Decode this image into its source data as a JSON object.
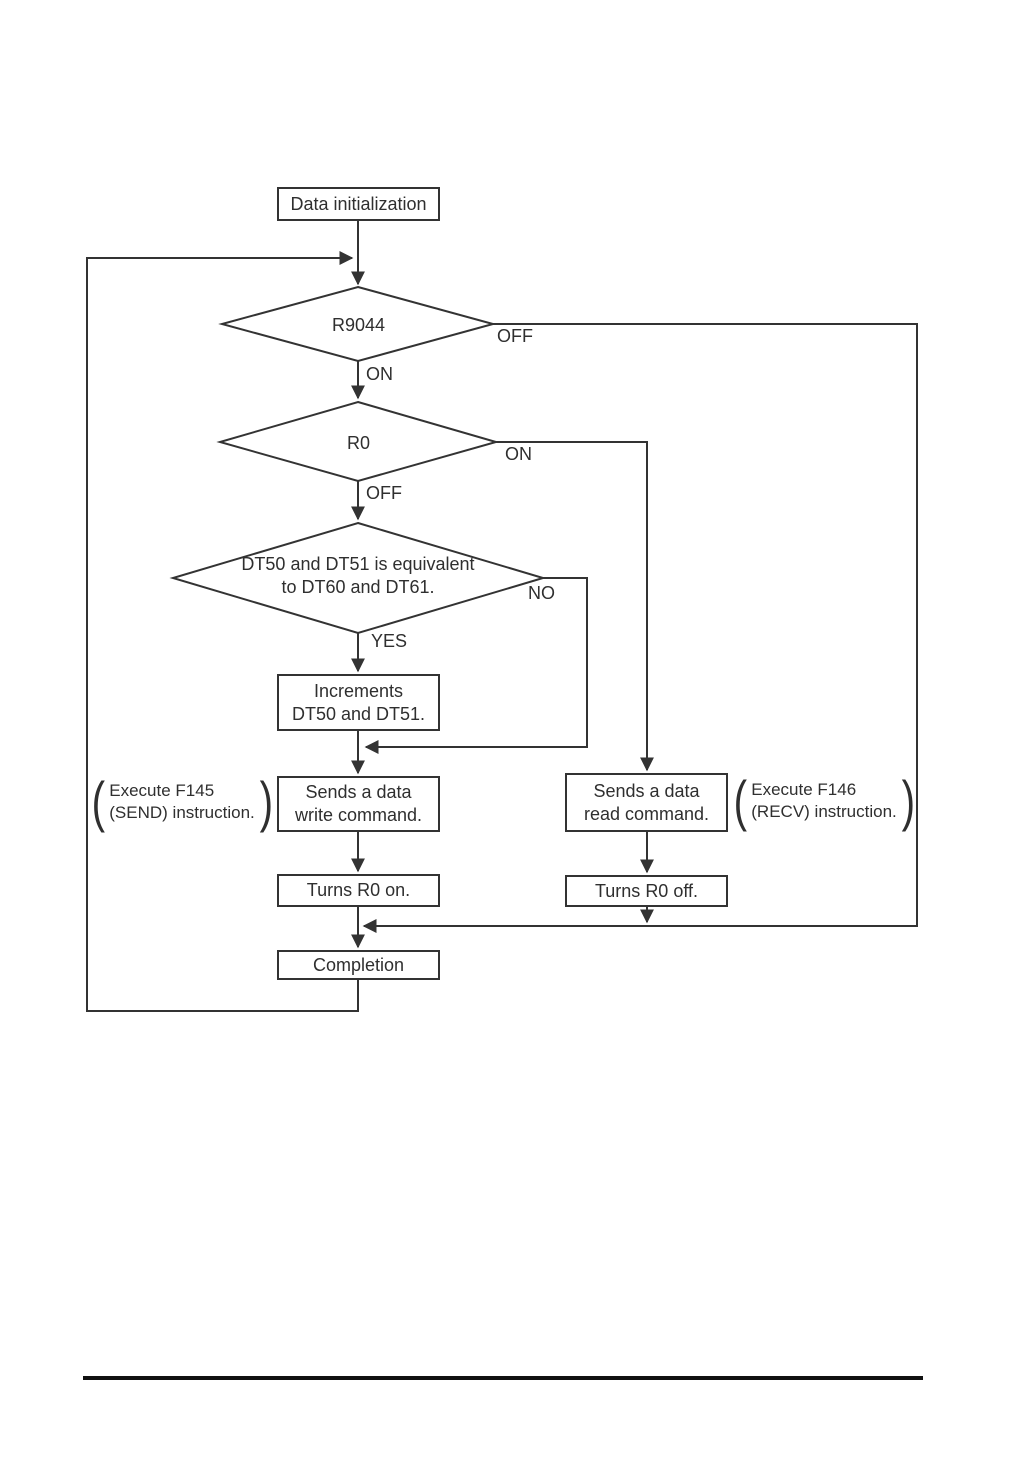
{
  "page": {
    "background": "#ffffff",
    "line_color": "#333333"
  },
  "flowchart": {
    "nodes": {
      "start": {
        "label": "Data initialization"
      },
      "decision_r9044": {
        "label": "R9044"
      },
      "decision_r0": {
        "label": "R0"
      },
      "decision_dt_compare": {
        "line1": "DT50 and DT51 is equivalent",
        "line2": "to DT60 and DT61."
      },
      "increments": {
        "line1": "Increments",
        "line2": "DT50 and DT51."
      },
      "send_write": {
        "line1": "Sends a data",
        "line2": "write command."
      },
      "send_read": {
        "line1": "Sends a data",
        "line2": "read command."
      },
      "turns_r0_on": {
        "label": "Turns R0 on."
      },
      "turns_r0_off": {
        "label": "Turns R0 off."
      },
      "completion": {
        "label": "Completion"
      }
    },
    "branch_labels": {
      "r9044_off": "OFF",
      "r9044_on": "ON",
      "r0_on": "ON",
      "r0_off": "OFF",
      "dt_no": "NO",
      "dt_yes": "YES"
    },
    "annotations": {
      "send": {
        "open_paren": "(",
        "line1": "Execute F145",
        "line2": "(SEND) instruction.",
        "close_paren": ")"
      },
      "recv": {
        "open_paren": "(",
        "line1": "Execute F146",
        "line2": "(RECV) instruction.",
        "close_paren": ")"
      }
    }
  }
}
